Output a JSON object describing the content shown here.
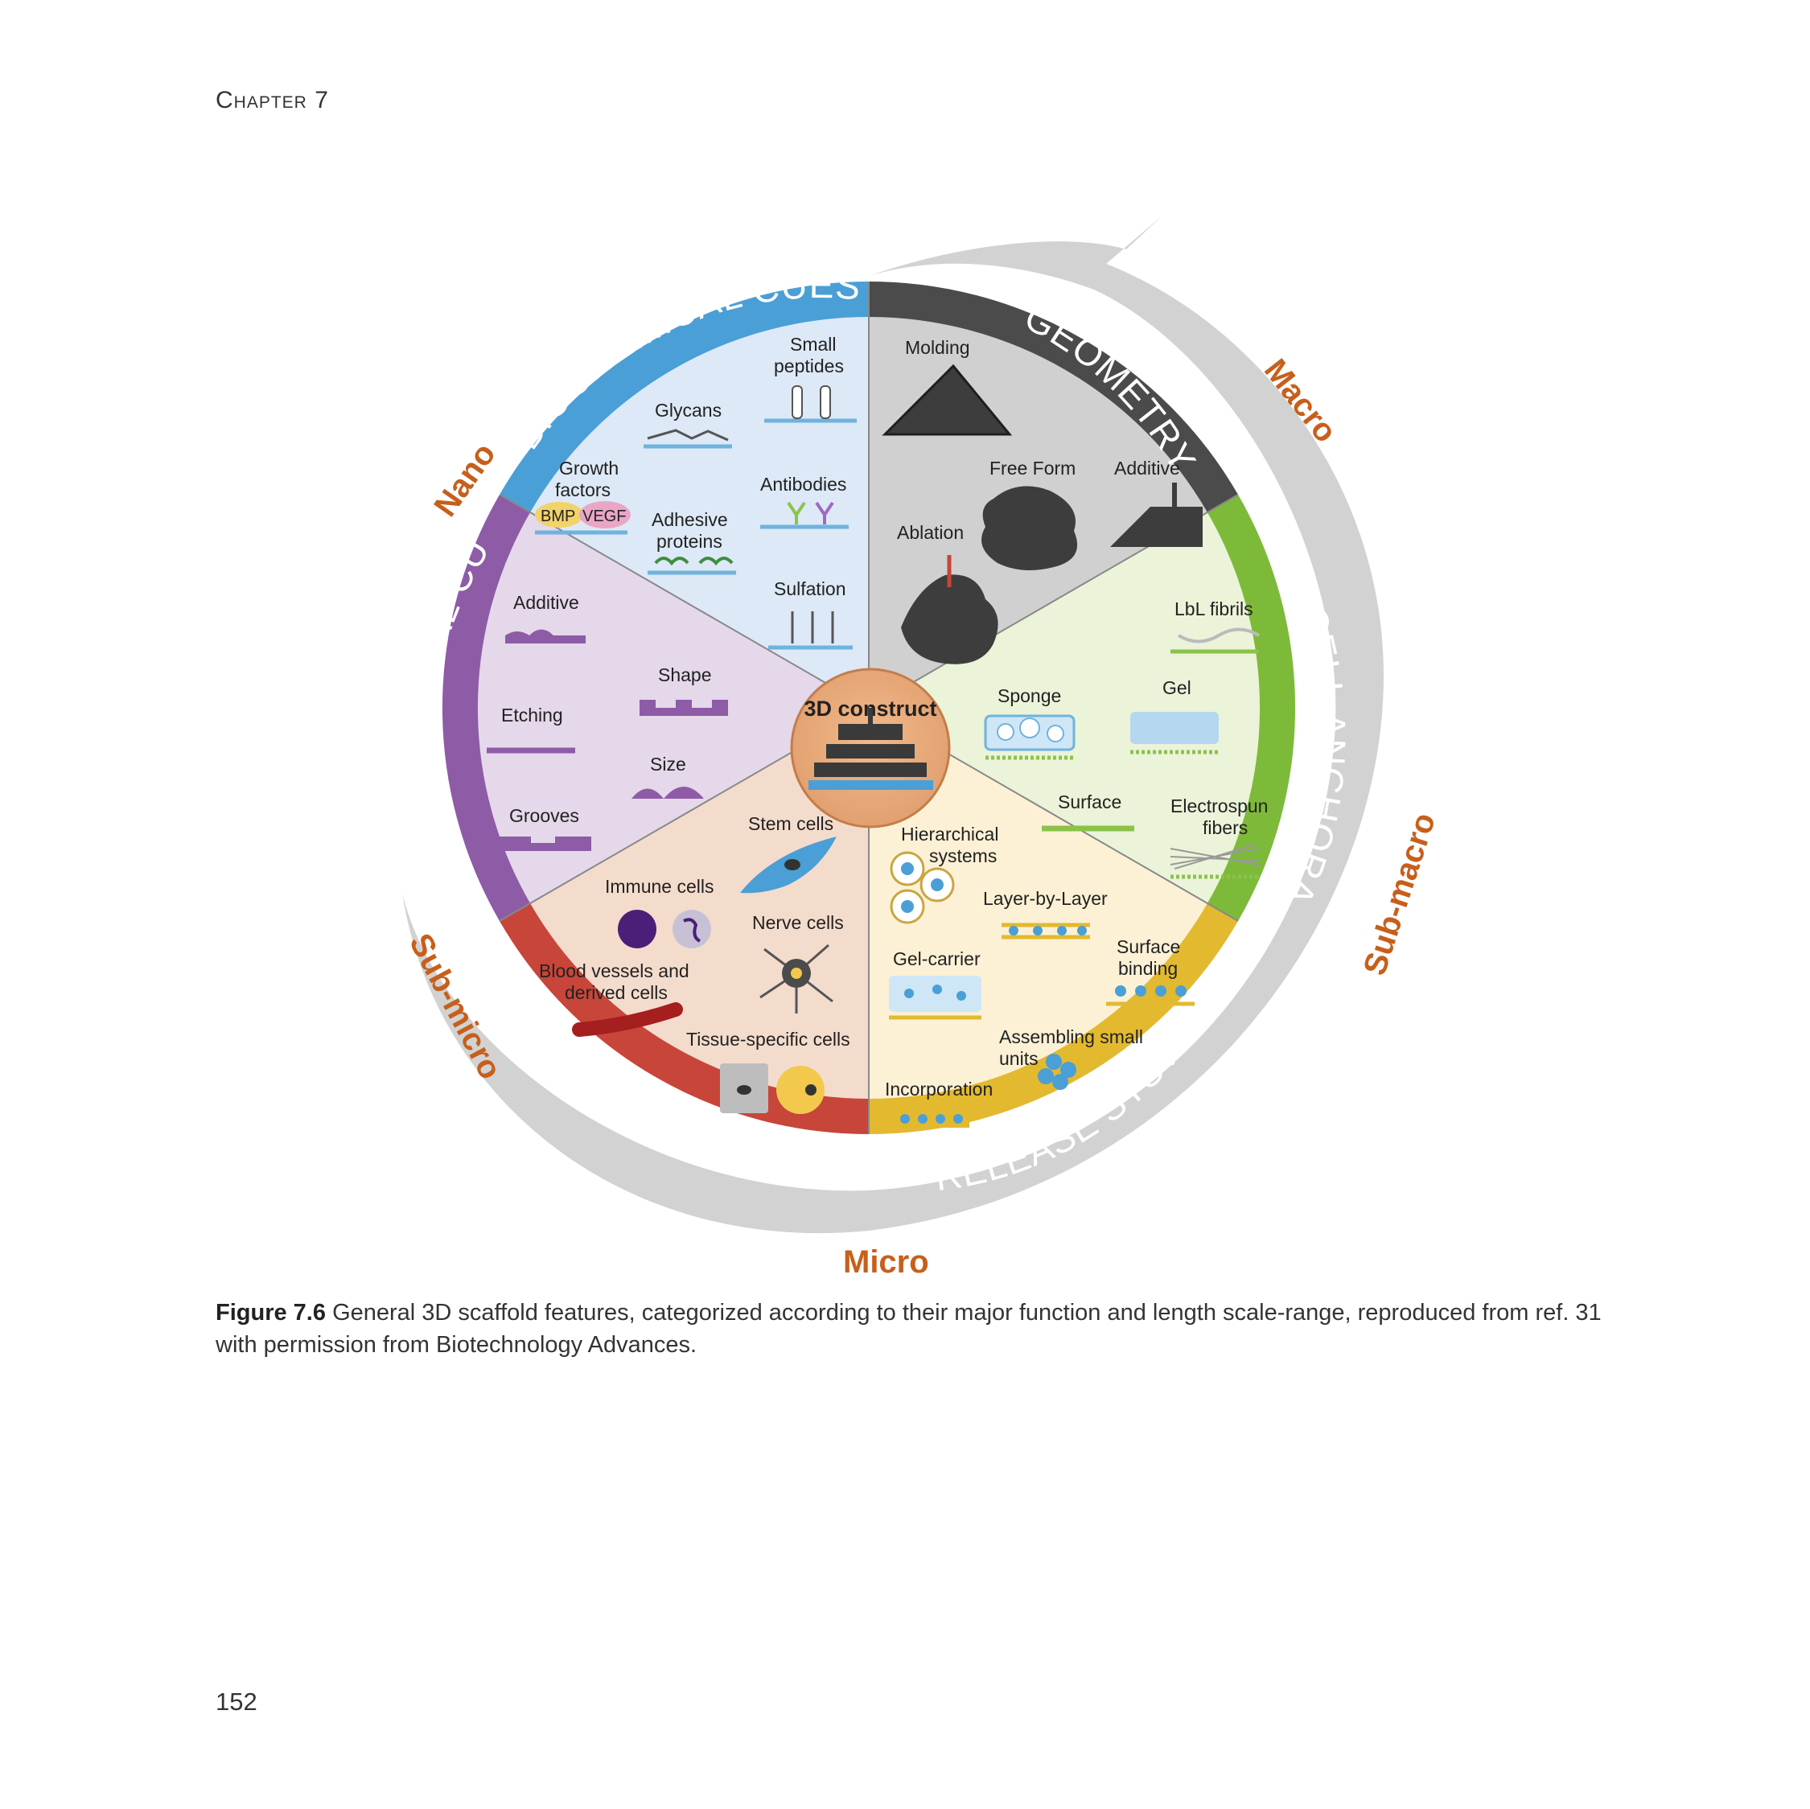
{
  "header": {
    "chapter_word": "Chapter",
    "chapter_number": "7"
  },
  "figure": {
    "center_label": "3D construct",
    "scales": {
      "macro": "Macro",
      "nano": "Nano",
      "sub_macro": "Sub-macro",
      "sub_micro": "Sub-micro",
      "micro": "Micro"
    },
    "sectors": {
      "biochemical": {
        "title": "BIOCHEMICAL CUES",
        "color": "#4a9fd6",
        "items": {
          "small_peptides_1": "Small",
          "small_peptides_2": "peptides",
          "glycans": "Glycans",
          "growth_factors_1": "Growth",
          "growth_factors_2": "factors",
          "bmp": "BMP",
          "vegf": "VEGF",
          "antibodies": "Antibodies",
          "adhesive_1": "Adhesive",
          "adhesive_2": "proteins",
          "sulfation": "Sulfation"
        }
      },
      "geometry": {
        "title": "GEOMETRY",
        "color": "#4b4b4b",
        "items": {
          "molding": "Molding",
          "free_form": "Free Form",
          "additive": "Additive",
          "ablation": "Ablation"
        }
      },
      "cell_anchorage": {
        "title": "CELL ANCHORAGE",
        "color": "#7dba3a",
        "items": {
          "lbl_fibrils": "LbL fibrils",
          "sponge": "Sponge",
          "gel": "Gel",
          "surface": "Surface",
          "electrospun_1": "Electrospun",
          "electrospun_2": "fibers"
        }
      },
      "release_system": {
        "title": "RELEASE SYSTEM",
        "color": "#e3b92f",
        "items": {
          "hierarchical_1": "Hierarchical",
          "hierarchical_2": "systems",
          "layer_by_layer": "Layer-by-Layer",
          "gel_carrier": "Gel-carrier",
          "surface_binding_1": "Surface",
          "surface_binding_2": "binding",
          "assembling_1": "Assembling small",
          "assembling_2": "units",
          "incorporation": "Incorporation"
        }
      },
      "cellularity": {
        "title": "CELLULARITY",
        "color": "#c8453a",
        "items": {
          "stem_cells": "Stem cells",
          "immune_cells": "Immune cells",
          "nerve_cells": "Nerve cells",
          "blood_vessels_1": "Blood vessels and",
          "blood_vessels_2": "derived cells",
          "tissue_specific": "Tissue-specific cells"
        }
      },
      "topographical": {
        "title": "TOPOGRAPHICAL CUES",
        "color": "#8e5ba6",
        "items": {
          "additive": "Additive",
          "shape": "Shape",
          "etching": "Etching",
          "size": "Size",
          "grooves": "Grooves"
        }
      }
    }
  },
  "caption": {
    "label": "Figure 7.6",
    "text": "General 3D scaffold features, categorized according to their major function and length scale-range, reproduced from ref. 31 with permission from Biotechnology Advances."
  },
  "page_number": "152"
}
